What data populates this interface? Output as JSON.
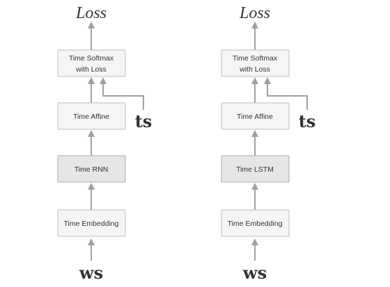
{
  "left": {
    "loss": "Loss",
    "softmax": [
      "Time Softmax",
      "with Loss"
    ],
    "affine": "Time Affine",
    "rnn": "Time RNN",
    "embedding": "Time Embedding",
    "target": "ts",
    "input": "ws"
  },
  "right": {
    "loss": "Loss",
    "softmax": [
      "Time Softmax",
      "with Loss"
    ],
    "affine": "Time Affine",
    "rnn": "Time LSTM",
    "embedding": "Time Embedding",
    "target": "ts",
    "input": "ws"
  },
  "colors": {
    "box_fill": "#f5f5f5",
    "box_highlight_fill": "#e6e6e6",
    "box_stroke": "#bdbdbd",
    "arrow": "#a0a0a0",
    "text": "#333333"
  }
}
